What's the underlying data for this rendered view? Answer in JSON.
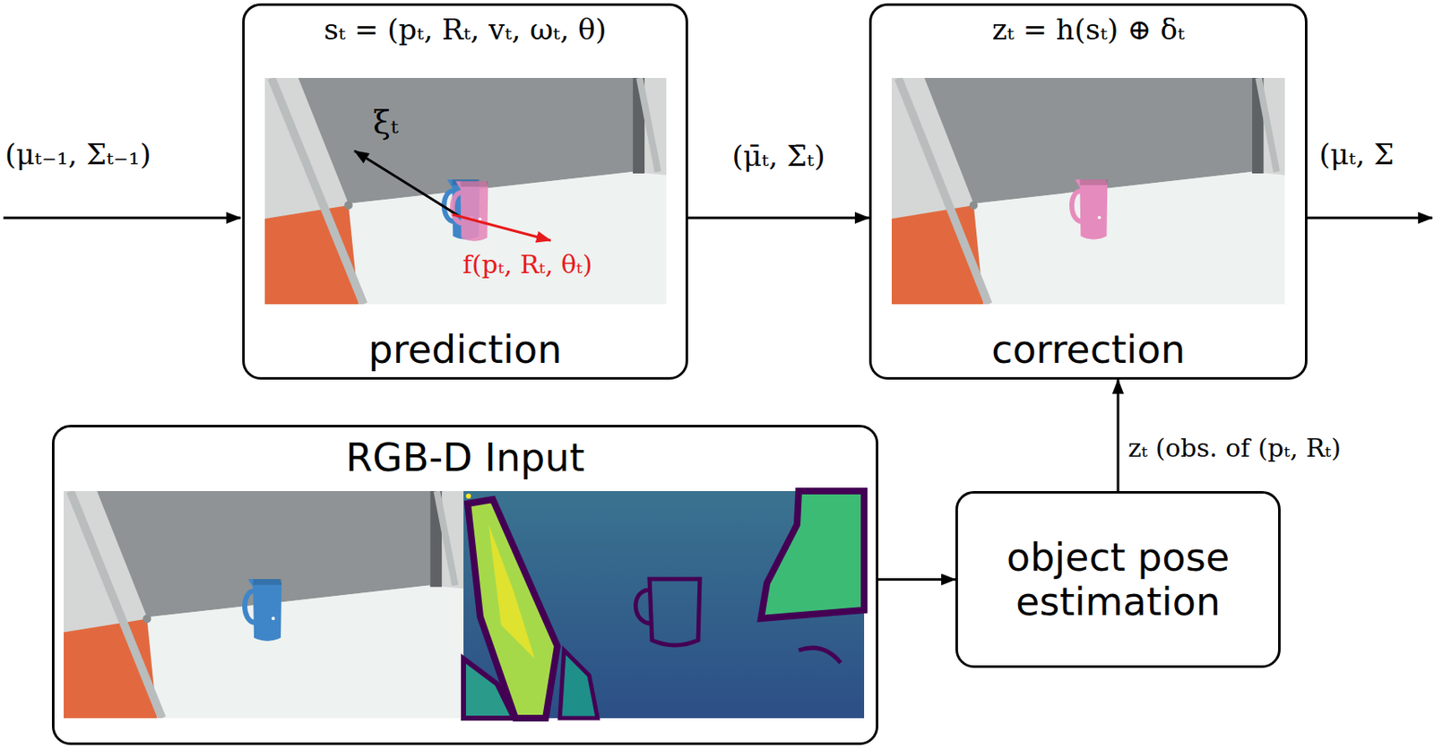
{
  "diagram": {
    "nodes": [
      {
        "text": [
          "sₜ = (pₜ, Rₜ, vₜ, ωₜ, θ)",
          "prediction"
        ]
      },
      {
        "text": [
          "zₜ = h(sₜ) ⊕ δₜ",
          "correction"
        ]
      },
      {
        "text": [
          "RGB-D Input"
        ]
      },
      {
        "text": [
          "object pose estimation"
        ]
      }
    ],
    "edges": [
      {
        "from": 0,
        "to": 1,
        "arrow": "to",
        "label": "(μ̄ₜ, Σ̄ₜ)"
      },
      {
        "from": 2,
        "to": 3,
        "arrow": "to"
      },
      {
        "from": 3,
        "to": 1,
        "arrow": "to",
        "label": "zₜ (obs. of (pₜ, Rₜ)"
      }
    ],
    "labels": [
      "(μₜ₋₁, Σₜ₋₁)",
      "ξₜ",
      "f(pₜ, Rₜ, θₜ)",
      "(μₜ, Σ"
    ]
  }
}
